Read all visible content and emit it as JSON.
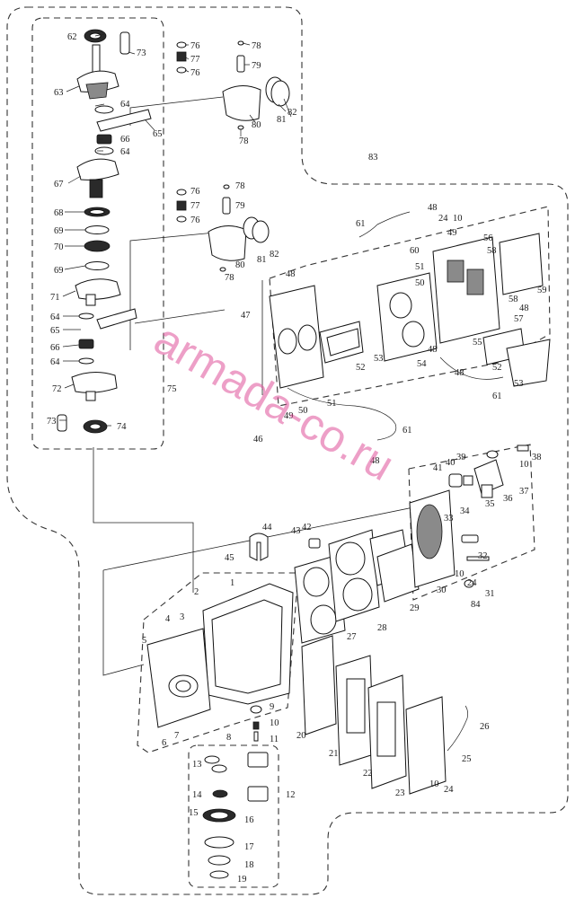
{
  "watermark": "armada-co.ru",
  "part_numbers": [
    "1",
    "2",
    "3",
    "4",
    "5",
    "6",
    "7",
    "8",
    "9",
    "10",
    "11",
    "12",
    "13",
    "14",
    "15",
    "16",
    "17",
    "18",
    "19",
    "20",
    "21",
    "22",
    "23",
    "24",
    "25",
    "26",
    "27",
    "28",
    "29",
    "30",
    "31",
    "32",
    "33",
    "34",
    "35",
    "36",
    "37",
    "38",
    "39",
    "40",
    "41",
    "42",
    "43",
    "44",
    "45",
    "46",
    "47",
    "48",
    "49",
    "50",
    "51",
    "52",
    "53",
    "54",
    "55",
    "56",
    "57",
    "58",
    "59",
    "60",
    "61",
    "62",
    "63",
    "64",
    "65",
    "66",
    "67",
    "68",
    "69",
    "70",
    "71",
    "72",
    "73",
    "74",
    "75",
    "76",
    "77",
    "78",
    "79",
    "80",
    "81",
    "82",
    "83",
    "84"
  ],
  "part_labels": [
    {
      "id": "62",
      "text": "62"
    },
    {
      "id": "73a",
      "text": "73"
    },
    {
      "id": "63",
      "text": "63"
    },
    {
      "id": "64a",
      "text": "64"
    },
    {
      "id": "66a",
      "text": "66"
    },
    {
      "id": "64b",
      "text": "64"
    },
    {
      "id": "65a",
      "text": "65"
    },
    {
      "id": "67",
      "text": "67"
    },
    {
      "id": "68",
      "text": "68"
    },
    {
      "id": "69a",
      "text": "69"
    },
    {
      "id": "70",
      "text": "70"
    },
    {
      "id": "69b",
      "text": "69"
    },
    {
      "id": "71",
      "text": "71"
    },
    {
      "id": "64c",
      "text": "64"
    },
    {
      "id": "65b",
      "text": "65"
    },
    {
      "id": "66b",
      "text": "66"
    },
    {
      "id": "64d",
      "text": "64"
    },
    {
      "id": "72",
      "text": "72"
    },
    {
      "id": "73b",
      "text": "73"
    },
    {
      "id": "74",
      "text": "74"
    },
    {
      "id": "75",
      "text": "75"
    },
    {
      "id": "76a",
      "text": "76"
    },
    {
      "id": "77a",
      "text": "77"
    },
    {
      "id": "76b",
      "text": "76"
    },
    {
      "id": "78a",
      "text": "78"
    },
    {
      "id": "79a",
      "text": "79"
    },
    {
      "id": "80a",
      "text": "80"
    },
    {
      "id": "81a",
      "text": "81"
    },
    {
      "id": "82a",
      "text": "82"
    },
    {
      "id": "78b",
      "text": "78"
    },
    {
      "id": "76c",
      "text": "76"
    },
    {
      "id": "77b",
      "text": "77"
    },
    {
      "id": "76d",
      "text": "76"
    },
    {
      "id": "78c",
      "text": "78"
    },
    {
      "id": "79b",
      "text": "79"
    },
    {
      "id": "82b",
      "text": "82"
    },
    {
      "id": "81b",
      "text": "81"
    },
    {
      "id": "80b",
      "text": "80"
    },
    {
      "id": "78d",
      "text": "78"
    },
    {
      "id": "83",
      "text": "83"
    },
    {
      "id": "48a",
      "text": "48"
    },
    {
      "id": "61a",
      "text": "61"
    },
    {
      "id": "60",
      "text": "60"
    },
    {
      "id": "24a",
      "text": "24"
    },
    {
      "id": "10a",
      "text": "10"
    },
    {
      "id": "49a",
      "text": "49"
    },
    {
      "id": "56",
      "text": "56"
    },
    {
      "id": "58a",
      "text": "58"
    },
    {
      "id": "59",
      "text": "59"
    },
    {
      "id": "51a",
      "text": "51"
    },
    {
      "id": "50a",
      "text": "50"
    },
    {
      "id": "58b",
      "text": "58"
    },
    {
      "id": "57",
      "text": "57"
    },
    {
      "id": "48b",
      "text": "48"
    },
    {
      "id": "55",
      "text": "55"
    },
    {
      "id": "48c",
      "text": "48"
    },
    {
      "id": "47",
      "text": "47"
    },
    {
      "id": "48d",
      "text": "48"
    },
    {
      "id": "52a",
      "text": "52"
    },
    {
      "id": "53a",
      "text": "53"
    },
    {
      "id": "54",
      "text": "54"
    },
    {
      "id": "48e",
      "text": "48"
    },
    {
      "id": "52b",
      "text": "52"
    },
    {
      "id": "53b",
      "text": "53"
    },
    {
      "id": "61b",
      "text": "61"
    },
    {
      "id": "51b",
      "text": "51"
    },
    {
      "id": "49b",
      "text": "49"
    },
    {
      "id": "50b",
      "text": "50"
    },
    {
      "id": "46",
      "text": "46"
    },
    {
      "id": "61c",
      "text": "61"
    },
    {
      "id": "48f",
      "text": "48"
    },
    {
      "id": "41",
      "text": "41"
    },
    {
      "id": "40",
      "text": "40"
    },
    {
      "id": "39",
      "text": "39"
    },
    {
      "id": "38",
      "text": "38"
    },
    {
      "id": "10b",
      "text": "10"
    },
    {
      "id": "37",
      "text": "37"
    },
    {
      "id": "36",
      "text": "36"
    },
    {
      "id": "35",
      "text": "35"
    },
    {
      "id": "34",
      "text": "34"
    },
    {
      "id": "33",
      "text": "33"
    },
    {
      "id": "32",
      "text": "32"
    },
    {
      "id": "10c",
      "text": "10"
    },
    {
      "id": "30",
      "text": "30"
    },
    {
      "id": "24b",
      "text": "24"
    },
    {
      "id": "31",
      "text": "31"
    },
    {
      "id": "84",
      "text": "84"
    },
    {
      "id": "44",
      "text": "44"
    },
    {
      "id": "43",
      "text": "43"
    },
    {
      "id": "42",
      "text": "42"
    },
    {
      "id": "45",
      "text": "45"
    },
    {
      "id": "29",
      "text": "29"
    },
    {
      "id": "28",
      "text": "28"
    },
    {
      "id": "27",
      "text": "27"
    },
    {
      "id": "1",
      "text": "1"
    },
    {
      "id": "2",
      "text": "2"
    },
    {
      "id": "3",
      "text": "3"
    },
    {
      "id": "4",
      "text": "4"
    },
    {
      "id": "5",
      "text": "5"
    },
    {
      "id": "6",
      "text": "6"
    },
    {
      "id": "7",
      "text": "7"
    },
    {
      "id": "8",
      "text": "8"
    },
    {
      "id": "9",
      "text": "9"
    },
    {
      "id": "10d",
      "text": "10"
    },
    {
      "id": "11",
      "text": "11"
    },
    {
      "id": "20",
      "text": "20"
    },
    {
      "id": "21",
      "text": "21"
    },
    {
      "id": "22",
      "text": "22"
    },
    {
      "id": "23",
      "text": "23"
    },
    {
      "id": "26",
      "text": "26"
    },
    {
      "id": "25",
      "text": "25"
    },
    {
      "id": "10e",
      "text": "10"
    },
    {
      "id": "24c",
      "text": "24"
    },
    {
      "id": "12",
      "text": "12"
    },
    {
      "id": "13",
      "text": "13"
    },
    {
      "id": "14",
      "text": "14"
    },
    {
      "id": "15",
      "text": "15"
    },
    {
      "id": "16",
      "text": "16"
    },
    {
      "id": "17",
      "text": "17"
    },
    {
      "id": "18",
      "text": "18"
    },
    {
      "id": "19",
      "text": "19"
    }
  ]
}
